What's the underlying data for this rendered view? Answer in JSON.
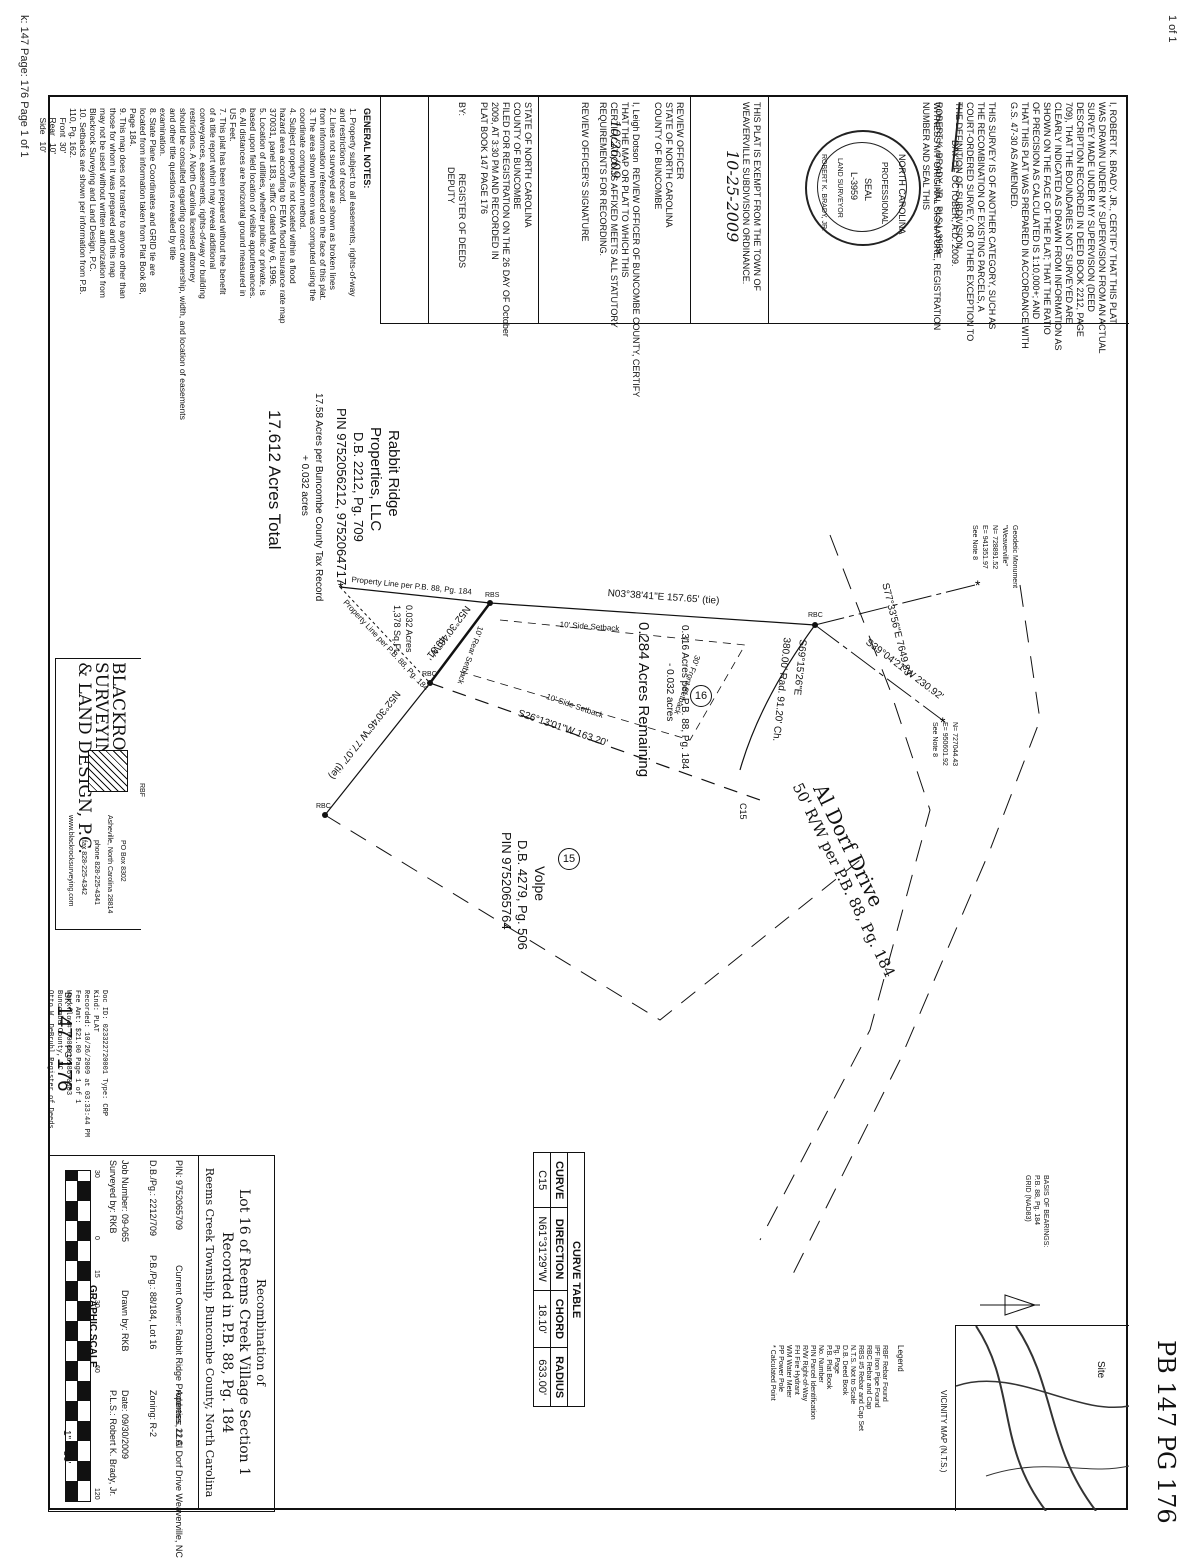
{
  "header": {
    "left": "k: 147 Page: 176    Page 1 of 1",
    "right": "1 of 1",
    "handwritten": "PB 147 PG 176"
  },
  "certificate": {
    "surveyor_text": "I, ROBERT K. BRADY, JR., CERTIFY THAT THIS PLAT\nWAS DRAWN UNDER MY SUPERVISION FROM AN ACTUAL\nSURVEY MADE UNDER MY SUPERVISION (DEED\nDESCRIPTION RECORDED IN DEED BOOK 2212, PAGE\n709), THAT THE BOUNDARIES NOT SURVEYED ARE\nCLEARLY INDICATED AS DRAWN FROM INFORMATION AS\nSHOWN ON THE FACE OF THE PLAT; THAT THE RATIO\nOF PRECISION AS CALCULATED IS 1:10,000+; AND\nTHAT THIS PLAT WAS PREPARED IN ACCORDANCE WITH\nG.S. 47-30 AS AMENDED.\n\nTHIS SURVEY IS OF ANOTHER CATEGORY, SUCH AS\nTHE RECOMBINATION OF EXISTING PARCELS, A\nCOURT-ORDERED SURVEY, OR OTHER EXCEPTION TO\nTHE DEFINITION OF SUBDIVISION.\n\nWITNESS MY ORIGINAL SIGNATURE, REGISTRATION\nNUMBER AND SEAL THIS",
    "day_line": "DAY OF OCTOBER, A.D. 2009.",
    "signature_line": "ROBERT K. BRADY, JR., PLS L-3959",
    "seal": {
      "top": "NORTH CAROLINA",
      "mid1": "PROFESSIONAL",
      "mid2": "SEAL",
      "number": "L-3959",
      "bottom": "LAND SURVEYOR",
      "name": "ROBERT K. BRADY, JR."
    },
    "exempt_text": "THIS PLAT IS EXEMPT FROM THE TOWN OF\nWEAVERVILLE SUBDIVISION ORDINANCE.",
    "exempt_sig": "10-25-2009",
    "review_text": "REVIEW OFFICER\nSTATE OF NORTH CAROLINA\nCOUNTY OF BUNCOMBE\n\nI, Leigh Dotson  REVIEW OFFICER OF BUNCOMBE COUNTY, CERTIFY\nTHAT THE MAP OR PLAT TO WHICH THIS\nCERTIFICATION IS AFFIXED MEETS ALL STATUTORY\nREQUIREMENTS FOR RECORDING.",
    "review_date": "10/26/09",
    "review_sig": "REVIEW OFFICER'S SIGNATURE",
    "register_text": "STATE OF NORTH CAROLINA\nCOUNTY OF BUNCOMBE\nFILED FOR REGISTRATION ON THE 26 DAY OF October\n2009, AT 3:30 PM AND RECORDED IN\nPLAT BOOK 147 PAGE 176\n\nBY:                       REGISTER OF DEEDS\n                          DEPUTY"
  },
  "notes": {
    "title": "GENERAL NOTES:",
    "text": "1. Property subject to all easements, rights-of-way\nand restrictions of record.\n2. Lines not surveyed are shown as broken lines\nfrom information referenced on the face of this plat.\n3. The area shown hereon was computed using the\ncoordinate computation method.\n4. Subject property is not located within a flood\nhazard area according to FEMA flood insurance rate map\n370031, panel 183, suffix C dated May 6, 1996.\n5. Location of utilities, whether public or private, is\nbased upon field location of visible appurtenances.\n6. All distances are horizontal ground measured in\nUS Feet.\n7. This plat has been prepared without the benefit\nof a title report which may reveal additional\nconveyances, easements, rights-of-way or building\nrestrictions. A North Carolina licensed attorney\nshould be consulted regarding correct ownership, width, and location of easements\nand other title questions revealed by title\nexamination.\n8. State Plane Coordinates and GRID tie are\nlocated from information taken from Plat Book 88,\nPage 184.\n9. This map does not transfer to anyone other than\nthose for whom it was prepared and this map\nmay not be used without written authorization from\nBlackrock Surveying and Land Design, P.C.\n10. Setbacks are shown per information from P.B.\n110, Pg. 162.\n    Front  30'\n    Rear   10'\n    Side   10'"
  },
  "plat": {
    "adjoiner_rabbit": {
      "name1": "Rabbit Ridge",
      "name2": "Properties, LLC",
      "db": "D.B. 2212, Pg. 709",
      "pin": "PIN 9752056212, 9752064717",
      "acres1": "17.58 Acres per Buncombe County Tax Record",
      "acres2": "+ 0.032 acres",
      "total": "17.612 Acres Total"
    },
    "lot16": {
      "num": "16",
      "acres": "0.316 Acres per P.B. 88, Pg. 184",
      "minus": "- 0.032 acres",
      "remaining": "0.284 Acres Remaining"
    },
    "lot15": {
      "num": "15",
      "owner": "Volpe",
      "db": "D.B. 4279, Pg. 506",
      "pin": "PIN 9752065764"
    },
    "road": {
      "name": "Al Dorf Drive",
      "rw": "50' R/W per P.B. 88, Pg. 184"
    },
    "bearings": {
      "north_line": "N03°38'41\"E  157.65' (tie)",
      "arc": "S69°15'26\"E",
      "arc2": "380.00' Rad.  91.20' Ch.",
      "s39": "S39°04'21\"W  230.92'",
      "s77": "S77°33'56\"E  7649.83'",
      "s26": "S26°13'01\"W  163.20'",
      "n52a": "N52°30'46\"W",
      "n52a_dist": "49.31'",
      "n52b": "N52°30'46\"W  77.07' (tie)",
      "c15": "C15",
      "front_setback": "30' Front Setback",
      "side_setback1": "10' Side Setback",
      "side_setback2": "10' Side Setback",
      "rear_setback": "10' Rear Setback",
      "prop_line1": "Property Line per P.B. 88, Pg. 184",
      "prop_line2": "Property Line per P.B. 88, Pg. 184",
      "small_area1": "0.032 Acres",
      "small_area2": "1,378 Sq.Ft.",
      "rbs": "RBS",
      "rbc": "RBC"
    },
    "geodetic": {
      "title": "Geodetic Monument",
      "name": "\"Weaverville\"",
      "n": "N= 728891.52",
      "e": "E= 941351.97",
      "note": "See Note 8"
    },
    "coord2": {
      "n": "N= 727044.43",
      "e": "E= 950601.92",
      "note": "See Note 8"
    }
  },
  "curve_table": {
    "title": "CURVE TABLE",
    "headers": [
      "CURVE",
      "DIRECTION",
      "CHORD",
      "RADIUS"
    ],
    "rows": [
      [
        "C15",
        "N61°31'29\"W",
        "18.10'",
        "633.00'"
      ]
    ]
  },
  "vicinity": {
    "title": "VICINITY MAP (N.T.S.)",
    "site": "Site"
  },
  "legend": {
    "title": "Legend",
    "items": [
      "RBF   Rebar Found",
      "IPF   Iron Pipe Found",
      "RBC   Rebar and Cap",
      "RBS   #5 Rebar and Cap Set",
      "N.T.S. Not to Scale",
      "D.B.  Deed Book",
      "Pg.   Page",
      "P.B.  Plat Book",
      "No.   Number",
      "PIN   Parcel Identification",
      "R/W   Right-of-Way",
      "FH    Fire Hydrant",
      "WM    Water Meter",
      "PP    Power Pole",
      "*     Calculated Point"
    ]
  },
  "basis": {
    "text": "BASIS OF BEARINGS:\nP.B. 88, Pg. 184\nGRID (NAD83)"
  },
  "title_block": {
    "line1": "Recombination of",
    "line2": "Lot 16 of Reems Creek Village Section 1",
    "line3": "Recorded in P.B. 88, Pg. 184",
    "line4": "Reems Creek Township, Buncombe County, North Carolina",
    "pin": "PIN: 9752065709",
    "address": "Address: 22 Al Dorf Drive Weaverville, NC",
    "db": "D.B./Pg.: 2212/709",
    "pb": "P.B./Pg.: 88/184, Lot 16",
    "owner": "Current Owner: Rabbit Ridge Properties, LLC",
    "zoning": "Zoning: R-2",
    "job": "Job Number: 09-065",
    "drawn": "Drawn by: RKB",
    "date": "Date: 09/30/2009",
    "surveyed": "Surveyed by: RKB",
    "pls": "P.L.S.: Robert K. Brady, Jr.",
    "scale_title": "GRAPHIC SCALE",
    "scale_ratio": "1\" = 30'",
    "scale_ticks": [
      "30",
      "0",
      "15",
      "30",
      "60",
      "120"
    ]
  },
  "company": {
    "name1": "BLACKROCK",
    "name2": "SURVEYING",
    "name3": "& LAND DESIGN, P.C.",
    "po": "PO Box 8302",
    "city": "Asheville, North Carolina 28814",
    "phone": "phone 828-225-4341",
    "fax": "fax 828-225-4342",
    "web": "www.blackrocksurveying.com",
    "rbf": "RBF"
  },
  "recording": {
    "text": "Doc ID: 023322720001 Type: CRP\nKind: PLAT\nRecorded: 10/26/2009 at 03:33:44 PM\nFee Amt: $21.00 Page 1 of 1\nWorkflow# 0000016586-0003\nBuncombe County, NC\nOtto W. DeBruhl Register of Deeds",
    "bk_label": "BK",
    "bk": "147",
    "pg_label": "PG",
    "pg": "176"
  }
}
